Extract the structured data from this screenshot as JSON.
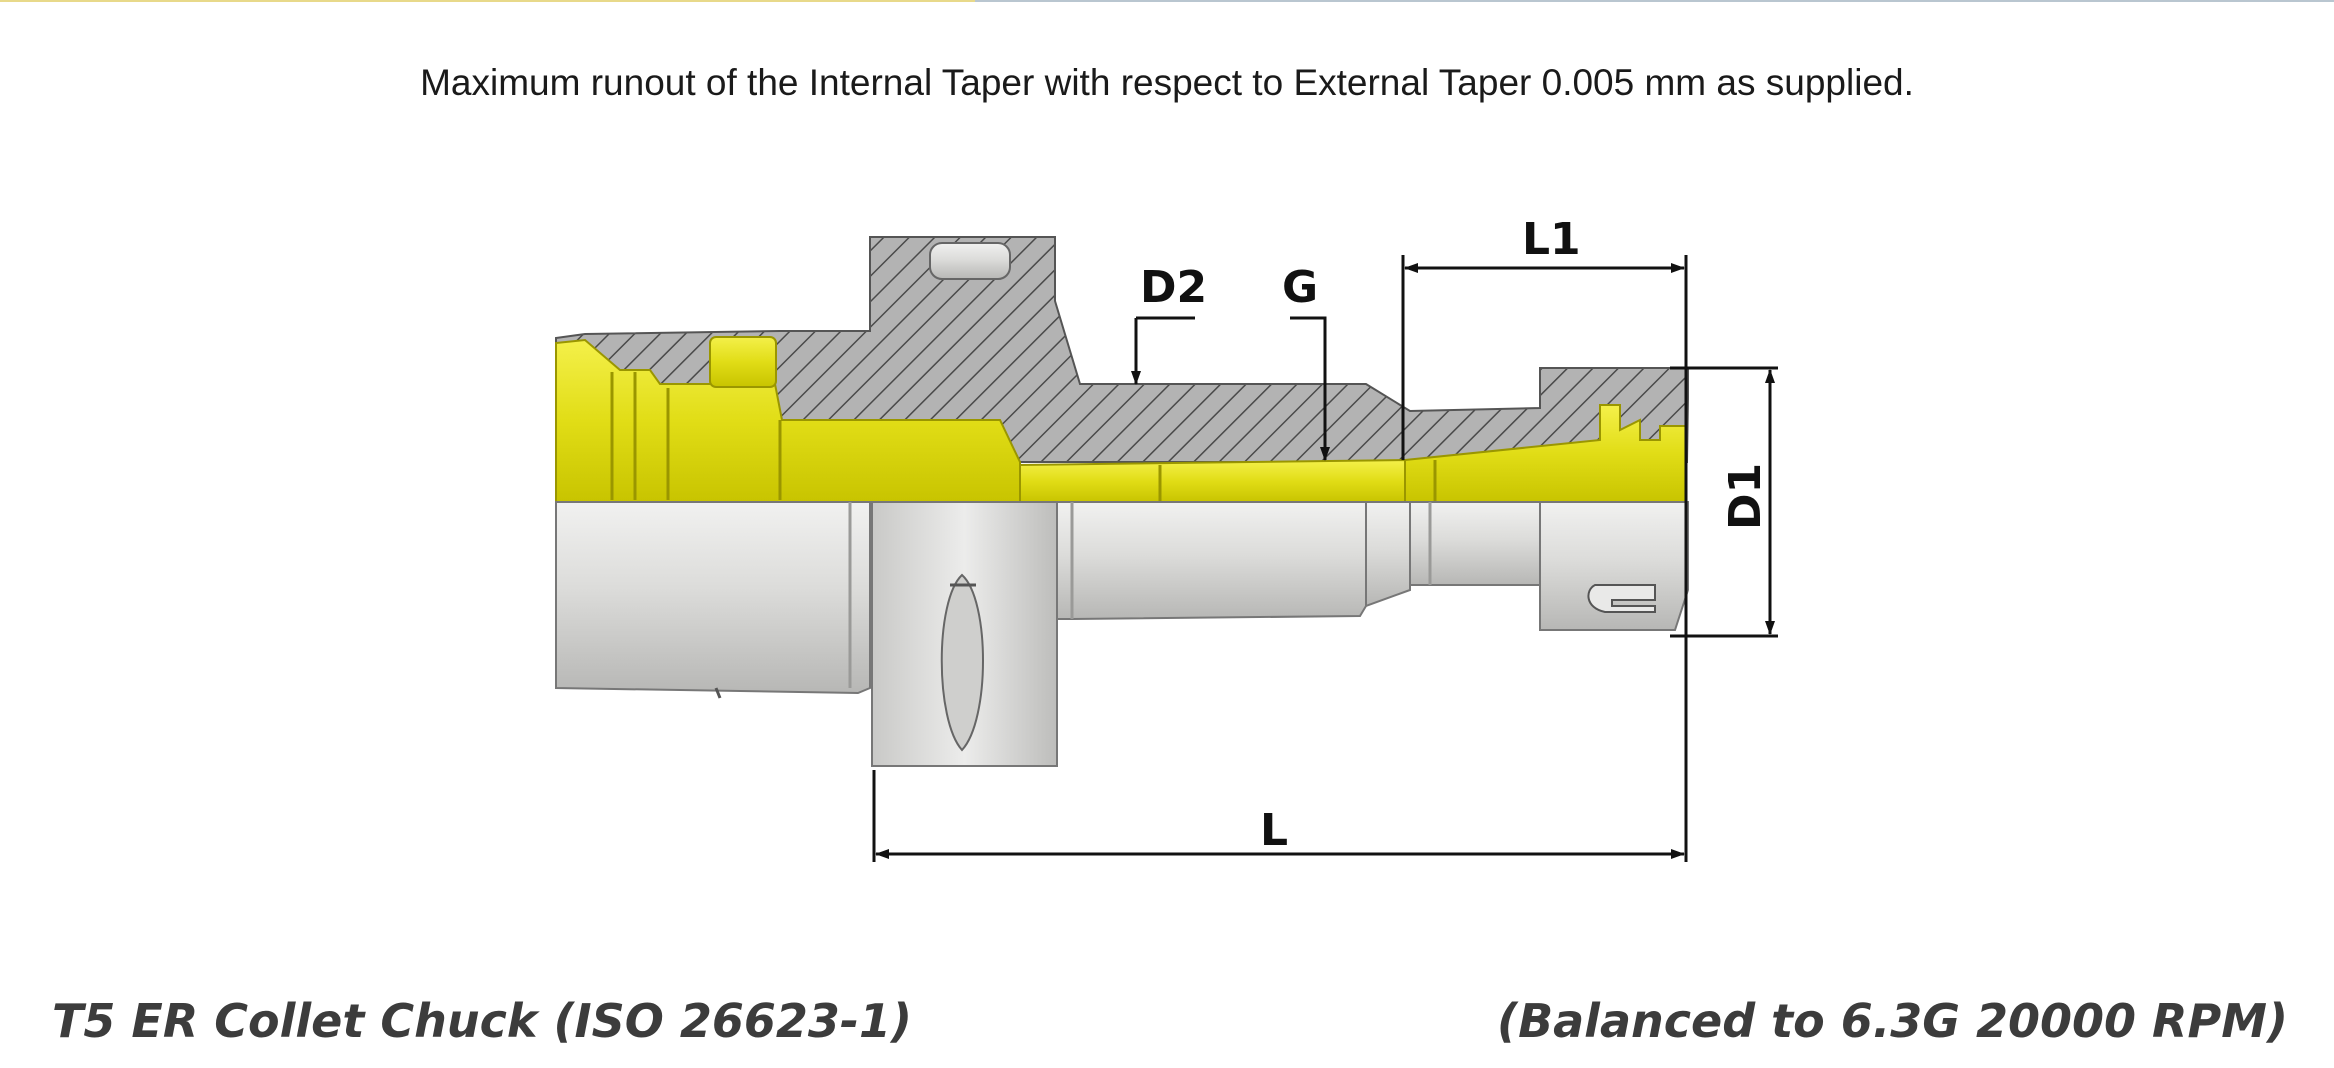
{
  "note": "Maximum runout of the Internal Taper with respect to External Taper 0.005 mm as supplied.",
  "dimensions": {
    "d2": "D2",
    "g": "G",
    "l1": "L1",
    "d1": "D1",
    "l": "L"
  },
  "footer": {
    "title": "T5 ER Collet Chuck (ISO 26623-1)",
    "balance": "(Balanced to 6.3G 20000 RPM)"
  },
  "colors": {
    "section_yellow": "#e2df1c",
    "body_steel": "#d4d4d2",
    "hatch_gray": "#a9a9a9",
    "dimension_line": "#111111"
  }
}
